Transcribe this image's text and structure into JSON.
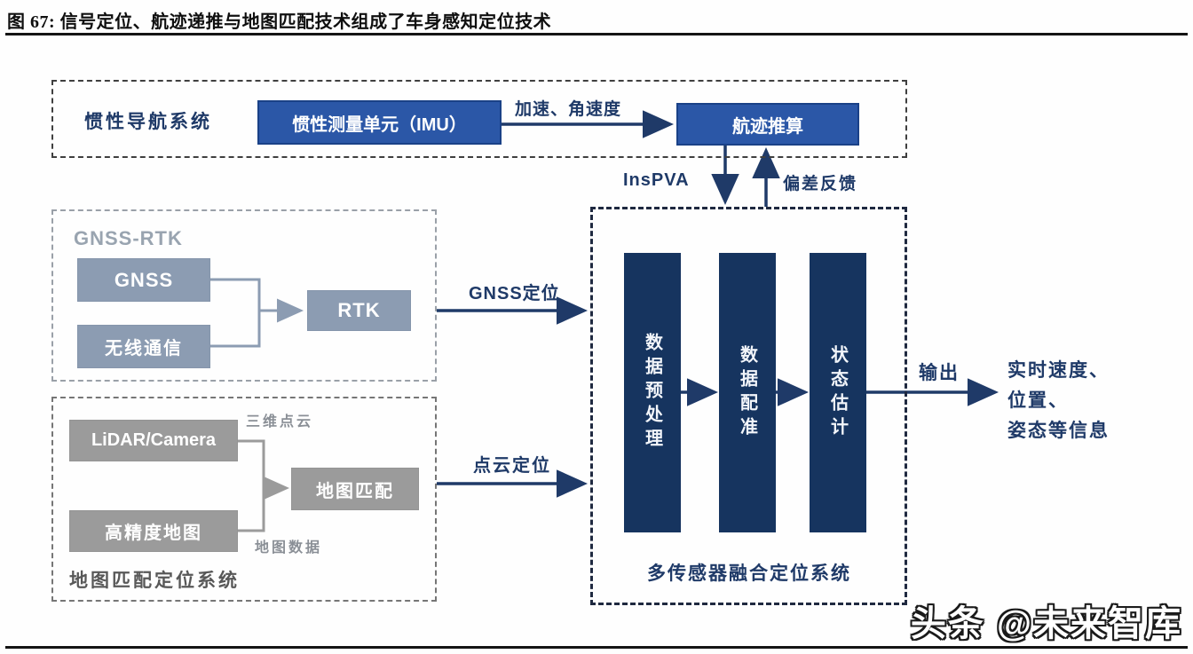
{
  "figure": {
    "title": "图 67:  信号定位、航迹递推与地图匹配技术组成了车身感知定位技术"
  },
  "colors": {
    "navy_line": "#1f3a68",
    "imu_blue": "#2b57a7",
    "bar_navy": "#16345f",
    "bluegray": "#8c9cb2",
    "gray": "#9b9b9b"
  },
  "ins_system": {
    "label": "惯性导航系统",
    "imu_box": "惯性测量单元（IMU）",
    "arrow_label": "加速、角速度",
    "dead_reckoning_box": "航迹推算",
    "down_arrow_label": "InsPVA",
    "up_arrow_label": "偏差反馈"
  },
  "gnss_rtk": {
    "label": "GNSS-RTK",
    "gnss_box": "GNSS",
    "wireless_box": "无线通信",
    "rtk_box": "RTK",
    "out_arrow_label": "GNSS定位"
  },
  "map_system": {
    "label": "地图匹配定位系统",
    "lidar_box": "LiDAR/Camera",
    "hdmap_box": "高精度地图",
    "match_box": "地图匹配",
    "pointcloud_label": "三维点云",
    "mapdata_label": "地图数据",
    "out_arrow_label": "点云定位"
  },
  "fusion": {
    "label": "多传感器融合定位系统",
    "stages": [
      "数据预处理",
      "数据配准",
      "状态估计"
    ],
    "output_label": "输出",
    "output_lines": [
      "实时速度、",
      "位置、",
      "姿态等信息"
    ]
  },
  "watermark": "头条 @未来智库"
}
